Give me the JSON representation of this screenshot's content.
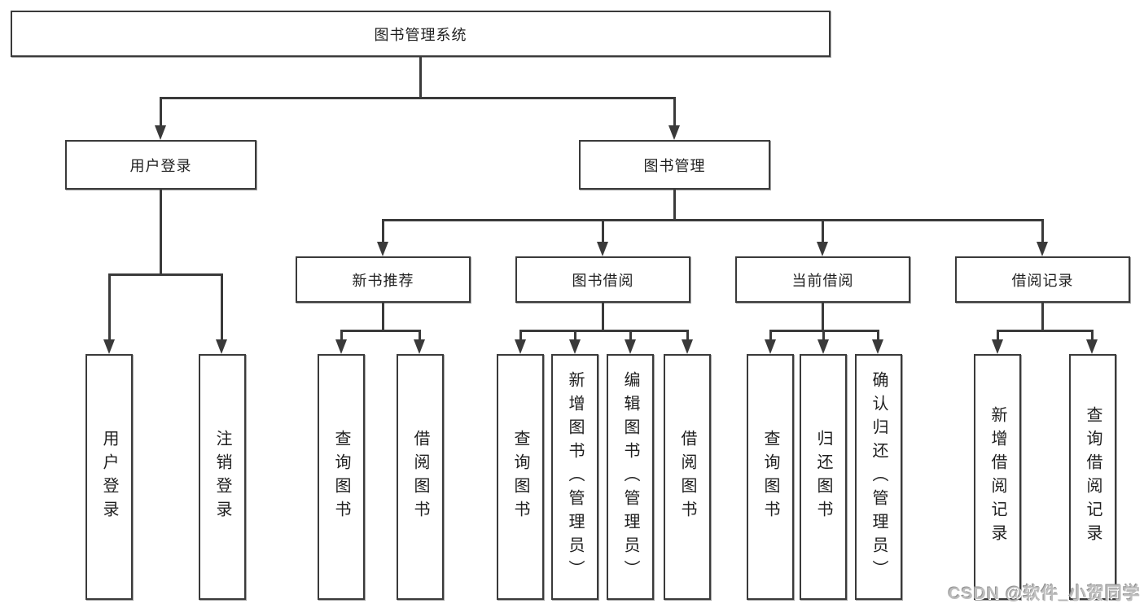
{
  "diagram": {
    "title": "图书管理系统",
    "type": "hierarchy-tree",
    "colors": {
      "line": "#3a3a3a",
      "box_border": "#3a3a3a",
      "box_fill": "#ffffff",
      "text": "#1f1f1f",
      "watermark": "#bdbdbd"
    }
  },
  "nodes": {
    "root": {
      "label": "图书管理系统"
    },
    "user_login_group": {
      "label": "用户登录"
    },
    "book_mgmt": {
      "label": "图书管理"
    },
    "new_book_rec": {
      "label": "新书推荐"
    },
    "book_borrow": {
      "label": "图书借阅"
    },
    "current_borrow": {
      "label": "当前借阅"
    },
    "borrow_records": {
      "label": "借阅记录"
    },
    "user_login": {
      "label": "用户登录"
    },
    "logout": {
      "label": "注销登录"
    },
    "nbr_query_book": {
      "label": "查询图书"
    },
    "nbr_borrow_book": {
      "label": "借阅图书"
    },
    "bb_query_book": {
      "label": "查询图书"
    },
    "bb_add_book": {
      "label": "新增图书（管理员）"
    },
    "bb_edit_book": {
      "label": "编辑图书（管理员）"
    },
    "bb_borrow_book": {
      "label": "借阅图书"
    },
    "cb_query_book": {
      "label": "查询图书"
    },
    "cb_return_book": {
      "label": "归还图书"
    },
    "cb_confirm_return": {
      "label": "确认归还（管理员）"
    },
    "br_add_record": {
      "label": "新增借阅记录"
    },
    "br_query_record": {
      "label": "查询借阅记录"
    }
  },
  "hierarchy": {
    "root": [
      "user_login_group",
      "book_mgmt"
    ],
    "user_login_group": [
      "user_login",
      "logout"
    ],
    "book_mgmt": [
      "new_book_rec",
      "book_borrow",
      "current_borrow",
      "borrow_records"
    ],
    "new_book_rec": [
      "nbr_query_book",
      "nbr_borrow_book"
    ],
    "book_borrow": [
      "bb_query_book",
      "bb_add_book",
      "bb_edit_book",
      "bb_borrow_book"
    ],
    "current_borrow": [
      "cb_query_book",
      "cb_return_book",
      "cb_confirm_return"
    ],
    "borrow_records": [
      "br_add_record",
      "br_query_record"
    ]
  },
  "watermark": {
    "text": "CSDN @软件_小贺同学"
  }
}
